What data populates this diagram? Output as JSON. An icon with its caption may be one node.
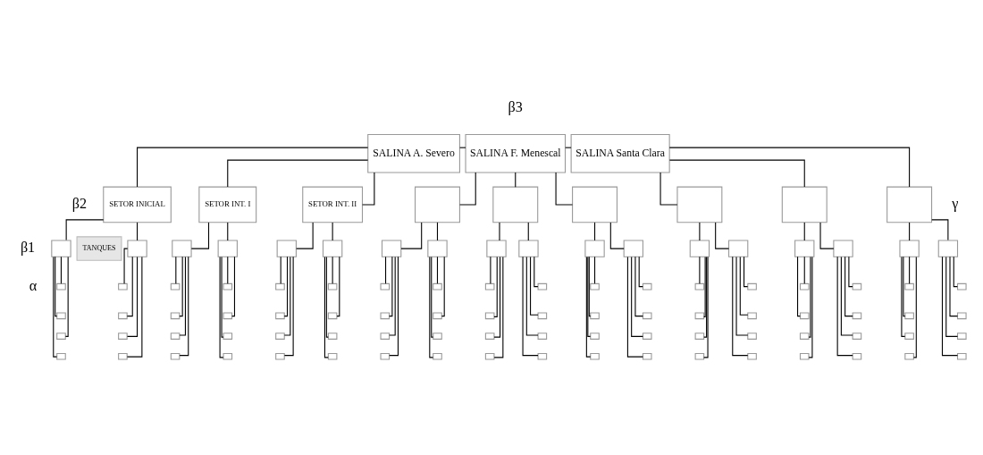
{
  "diagram": {
    "nodes": [
      {
        "text": [
          "SALINA A. Severo"
        ]
      },
      {
        "text": [
          "SALINA F. Menescal"
        ]
      },
      {
        "text": [
          "SALINA Santa Clara"
        ]
      },
      {
        "text": [
          "SETOR INICIAL"
        ]
      },
      {
        "text": [
          "SETOR INT. I"
        ]
      },
      {
        "text": [
          "SETOR INT. II"
        ]
      },
      {
        "text": [],
        "shape": "box"
      },
      {
        "text": [],
        "shape": "box"
      },
      {
        "text": [],
        "shape": "box"
      },
      {
        "text": [],
        "shape": "box"
      },
      {
        "text": [],
        "shape": "box"
      },
      {
        "text": [],
        "shape": "box"
      },
      {
        "text": [],
        "shape": "box"
      },
      {
        "text": [],
        "shape": "box"
      },
      {
        "text": [],
        "shape": "box"
      },
      {
        "text": [],
        "shape": "box"
      },
      {
        "text": [],
        "shape": "box"
      },
      {
        "text": [],
        "shape": "box"
      },
      {
        "text": [],
        "shape": "box"
      },
      {
        "text": [],
        "shape": "box"
      },
      {
        "text": [],
        "shape": "box"
      },
      {
        "text": [],
        "shape": "box"
      },
      {
        "text": [],
        "shape": "box"
      },
      {
        "text": [],
        "shape": "box"
      },
      {
        "text": [],
        "shape": "box"
      },
      {
        "text": [],
        "shape": "box"
      },
      {
        "text": [],
        "shape": "box"
      },
      {
        "text": [],
        "shape": "box"
      },
      {
        "text": [],
        "shape": "box"
      },
      {
        "text": [],
        "shape": "box"
      },
      {
        "text": [],
        "shape": "box"
      },
      {
        "text": [],
        "shape": "box"
      },
      {
        "text": [],
        "shape": "box"
      },
      {
        "text": [],
        "shape": "box"
      },
      {
        "text": [],
        "shape": "box"
      },
      {
        "text": [],
        "shape": "box"
      },
      {
        "text": [],
        "shape": "box"
      },
      {
        "text": [],
        "shape": "box"
      },
      {
        "text": [],
        "shape": "box"
      },
      {
        "text": [],
        "shape": "box"
      },
      {
        "text": [],
        "shape": "box"
      },
      {
        "text": [],
        "shape": "box"
      },
      {
        "text": [],
        "shape": "box"
      },
      {
        "text": [],
        "shape": "box"
      },
      {
        "text": [],
        "shape": "box"
      },
      {
        "text": [],
        "shape": "box"
      },
      {
        "text": [],
        "shape": "box"
      },
      {
        "text": [],
        "shape": "box"
      },
      {
        "text": [],
        "shape": "box"
      },
      {
        "text": [],
        "shape": "box"
      },
      {
        "text": [],
        "shape": "box"
      },
      {
        "text": [],
        "shape": "box"
      },
      {
        "text": [],
        "shape": "box"
      },
      {
        "text": [],
        "shape": "box"
      },
      {
        "text": [],
        "shape": "box"
      },
      {
        "text": [],
        "shape": "box"
      },
      {
        "text": [],
        "shape": "box"
      },
      {
        "text": [],
        "shape": "box"
      },
      {
        "text": [],
        "shape": "box"
      },
      {
        "text": [],
        "shape": "box"
      },
      {
        "text": [],
        "shape": "box"
      },
      {
        "text": [],
        "shape": "box"
      },
      {
        "text": [],
        "shape": "box"
      },
      {
        "text": [],
        "shape": "box"
      },
      {
        "text": [],
        "shape": "box"
      },
      {
        "text": [],
        "shape": "box"
      },
      {
        "text": [],
        "shape": "box"
      },
      {
        "text": [],
        "shape": "box"
      },
      {
        "text": [],
        "shape": "box"
      },
      {
        "text": [],
        "shape": "box"
      },
      {
        "text": [],
        "shape": "box"
      },
      {
        "text": [],
        "shape": "box"
      },
      {
        "text": [],
        "shape": "box"
      },
      {
        "text": [],
        "shape": "box"
      },
      {
        "text": [],
        "shape": "box"
      },
      {
        "text": [],
        "shape": "box"
      },
      {
        "text": [],
        "shape": "box"
      },
      {
        "text": [],
        "shape": "box"
      },
      {
        "text": [],
        "shape": "box"
      },
      {
        "text": [],
        "shape": "box"
      },
      {
        "text": [],
        "shape": "box"
      },
      {
        "text": [],
        "shape": "box"
      },
      {
        "text": [],
        "shape": "box"
      },
      {
        "text": [],
        "shape": "box"
      },
      {
        "text": [],
        "shape": "box"
      },
      {
        "text": [],
        "shape": "box"
      },
      {
        "text": [],
        "shape": "box"
      },
      {
        "text": [],
        "shape": "box"
      },
      {
        "text": [],
        "shape": "box"
      },
      {
        "text": [],
        "shape": "box"
      },
      {
        "text": [],
        "shape": "box"
      },
      {
        "text": [],
        "shape": "box"
      },
      {
        "text": [],
        "shape": "box"
      },
      {
        "text": [],
        "shape": "box"
      },
      {
        "text": [],
        "shape": "box"
      },
      {
        "text": [],
        "shape": "box"
      },
      {
        "text": [],
        "shape": "box"
      },
      {
        "text": [],
        "shape": "box"
      },
      {
        "text": [],
        "shape": "box"
      },
      {
        "text": [],
        "shape": "box"
      },
      {
        "text": [],
        "shape": "box"
      },
      {
        "text": [],
        "shape": "box"
      }
    ],
    "edges": [
      {
        "from": 0,
        "to": 1,
        "arrow": "none"
      },
      {
        "from": 1,
        "to": 2,
        "arrow": "none"
      },
      {
        "from": 0,
        "to": 3,
        "arrow": "none"
      },
      {
        "from": 0,
        "to": 4,
        "arrow": "none"
      },
      {
        "from": 0,
        "to": 5,
        "arrow": "none"
      },
      {
        "from": 1,
        "to": 6,
        "arrow": "none"
      },
      {
        "from": 1,
        "to": 7,
        "arrow": "none"
      },
      {
        "from": 1,
        "to": 8,
        "arrow": "none"
      },
      {
        "from": 2,
        "to": 9,
        "arrow": "none"
      },
      {
        "from": 2,
        "to": 10,
        "arrow": "none"
      },
      {
        "from": 2,
        "to": 11,
        "arrow": "none"
      },
      {
        "from": 3,
        "to": 12,
        "arrow": "none"
      },
      {
        "from": 3,
        "to": 13,
        "arrow": "none"
      },
      {
        "from": 4,
        "to": 14,
        "arrow": "none"
      },
      {
        "from": 4,
        "to": 15,
        "arrow": "none"
      },
      {
        "from": 5,
        "to": 16,
        "arrow": "none"
      },
      {
        "from": 5,
        "to": 17,
        "arrow": "none"
      },
      {
        "from": 6,
        "to": 18,
        "arrow": "none"
      },
      {
        "from": 6,
        "to": 19,
        "arrow": "none"
      },
      {
        "from": 7,
        "to": 20,
        "arrow": "none"
      },
      {
        "from": 7,
        "to": 21,
        "arrow": "none"
      },
      {
        "from": 8,
        "to": 22,
        "arrow": "none"
      },
      {
        "from": 8,
        "to": 23,
        "arrow": "none"
      },
      {
        "from": 9,
        "to": 24,
        "arrow": "none"
      },
      {
        "from": 9,
        "to": 25,
        "arrow": "none"
      },
      {
        "from": 10,
        "to": 26,
        "arrow": "none"
      },
      {
        "from": 10,
        "to": 27,
        "arrow": "none"
      },
      {
        "from": 11,
        "to": 28,
        "arrow": "none"
      },
      {
        "from": 11,
        "to": 29,
        "arrow": "none"
      },
      {
        "from": 12,
        "to": 30,
        "arrow": "none"
      },
      {
        "from": 12,
        "to": 31,
        "arrow": "none"
      },
      {
        "from": 12,
        "to": 32,
        "arrow": "none"
      },
      {
        "from": 12,
        "to": 33,
        "arrow": "none"
      },
      {
        "from": 13,
        "to": 34,
        "arrow": "none"
      },
      {
        "from": 13,
        "to": 35,
        "arrow": "none"
      },
      {
        "from": 13,
        "to": 36,
        "arrow": "none"
      },
      {
        "from": 13,
        "to": 37,
        "arrow": "none"
      },
      {
        "from": 14,
        "to": 38,
        "arrow": "none"
      },
      {
        "from": 14,
        "to": 39,
        "arrow": "none"
      },
      {
        "from": 14,
        "to": 40,
        "arrow": "none"
      },
      {
        "from": 14,
        "to": 41,
        "arrow": "none"
      },
      {
        "from": 15,
        "to": 42,
        "arrow": "none"
      },
      {
        "from": 15,
        "to": 43,
        "arrow": "none"
      },
      {
        "from": 15,
        "to": 44,
        "arrow": "none"
      },
      {
        "from": 15,
        "to": 45,
        "arrow": "none"
      },
      {
        "from": 16,
        "to": 46,
        "arrow": "none"
      },
      {
        "from": 16,
        "to": 47,
        "arrow": "none"
      },
      {
        "from": 16,
        "to": 48,
        "arrow": "none"
      },
      {
        "from": 16,
        "to": 49,
        "arrow": "none"
      },
      {
        "from": 17,
        "to": 50,
        "arrow": "none"
      },
      {
        "from": 17,
        "to": 51,
        "arrow": "none"
      },
      {
        "from": 17,
        "to": 52,
        "arrow": "none"
      },
      {
        "from": 17,
        "to": 53,
        "arrow": "none"
      },
      {
        "from": 18,
        "to": 54,
        "arrow": "none"
      },
      {
        "from": 18,
        "to": 55,
        "arrow": "none"
      },
      {
        "from": 18,
        "to": 56,
        "arrow": "none"
      },
      {
        "from": 18,
        "to": 57,
        "arrow": "none"
      },
      {
        "from": 19,
        "to": 58,
        "arrow": "none"
      },
      {
        "from": 19,
        "to": 59,
        "arrow": "none"
      },
      {
        "from": 19,
        "to": 60,
        "arrow": "none"
      },
      {
        "from": 19,
        "to": 61,
        "arrow": "none"
      },
      {
        "from": 20,
        "to": 62,
        "arrow": "none"
      },
      {
        "from": 20,
        "to": 63,
        "arrow": "none"
      },
      {
        "from": 20,
        "to": 64,
        "arrow": "none"
      },
      {
        "from": 20,
        "to": 65,
        "arrow": "none"
      },
      {
        "from": 21,
        "to": 66,
        "arrow": "none"
      },
      {
        "from": 21,
        "to": 67,
        "arrow": "none"
      },
      {
        "from": 21,
        "to": 68,
        "arrow": "none"
      },
      {
        "from": 21,
        "to": 69,
        "arrow": "none"
      },
      {
        "from": 22,
        "to": 70,
        "arrow": "none"
      },
      {
        "from": 22,
        "to": 71,
        "arrow": "none"
      },
      {
        "from": 22,
        "to": 72,
        "arrow": "none"
      },
      {
        "from": 22,
        "to": 73,
        "arrow": "none"
      },
      {
        "from": 23,
        "to": 74,
        "arrow": "none"
      },
      {
        "from": 23,
        "to": 75,
        "arrow": "none"
      },
      {
        "from": 23,
        "to": 76,
        "arrow": "none"
      },
      {
        "from": 23,
        "to": 77,
        "arrow": "none"
      },
      {
        "from": 24,
        "to": 78,
        "arrow": "none"
      },
      {
        "from": 24,
        "to": 79,
        "arrow": "none"
      },
      {
        "from": 24,
        "to": 80,
        "arrow": "none"
      },
      {
        "from": 24,
        "to": 81,
        "arrow": "none"
      },
      {
        "from": 25,
        "to": 82,
        "arrow": "none"
      },
      {
        "from": 25,
        "to": 83,
        "arrow": "none"
      },
      {
        "from": 25,
        "to": 84,
        "arrow": "none"
      },
      {
        "from": 25,
        "to": 85,
        "arrow": "none"
      },
      {
        "from": 26,
        "to": 86,
        "arrow": "none"
      },
      {
        "from": 26,
        "to": 87,
        "arrow": "none"
      },
      {
        "from": 26,
        "to": 88,
        "arrow": "none"
      },
      {
        "from": 26,
        "to": 89,
        "arrow": "none"
      },
      {
        "from": 27,
        "to": 90,
        "arrow": "none"
      },
      {
        "from": 27,
        "to": 91,
        "arrow": "none"
      },
      {
        "from": 27,
        "to": 92,
        "arrow": "none"
      },
      {
        "from": 27,
        "to": 93,
        "arrow": "none"
      },
      {
        "from": 28,
        "to": 94,
        "arrow": "none"
      },
      {
        "from": 28,
        "to": 95,
        "arrow": "none"
      },
      {
        "from": 28,
        "to": 96,
        "arrow": "none"
      },
      {
        "from": 28,
        "to": 97,
        "arrow": "none"
      },
      {
        "from": 29,
        "to": 98,
        "arrow": "none"
      },
      {
        "from": 29,
        "to": 99,
        "arrow": "none"
      },
      {
        "from": 29,
        "to": 100,
        "arrow": "none"
      },
      {
        "from": 29,
        "to": 101,
        "arrow": "none"
      }
    ],
    "labels": [
      "β3",
      "β2",
      "TANQUES",
      "β1",
      "α",
      "γ"
    ]
  }
}
